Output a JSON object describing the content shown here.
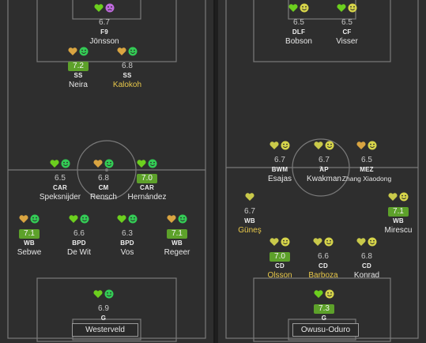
{
  "colors": {
    "pitch": "#2e2e2e",
    "lines": "#7a7a7a",
    "rating_highlight": "#5da12a",
    "name_highlight": "#e8c84a",
    "heart": "#6ccf1e",
    "heart_gold": "#d9a441",
    "smiley_green": "#33cc55",
    "smiley_purple": "#c06adf",
    "smiley_yellow": "#d6d44a"
  },
  "left_team": {
    "players": [
      {
        "id": "l1",
        "name": "Jönsson",
        "pos": "F9",
        "rating": "6.7",
        "hl": false,
        "yellow": false,
        "icons": [
          "heart-icon",
          "sad-face-icon"
        ]
      },
      {
        "id": "l2",
        "name": "Neira",
        "pos": "SS",
        "rating": "7.2",
        "hl": true,
        "yellow": false,
        "icons": [
          "heart-gold-icon",
          "smiley-icon"
        ]
      },
      {
        "id": "l3",
        "name": "Kalokoh",
        "pos": "SS",
        "rating": "6.8",
        "hl": false,
        "yellow": true,
        "icons": [
          "heart-gold-icon",
          "smiley-icon"
        ]
      },
      {
        "id": "l4",
        "name": "Speksnijder",
        "pos": "CAR",
        "rating": "6.5",
        "hl": false,
        "yellow": false,
        "icons": [
          "heart-icon",
          "smiley-icon"
        ]
      },
      {
        "id": "l5",
        "name": "Rensch",
        "pos": "CM",
        "rating": "6.8",
        "hl": false,
        "yellow": false,
        "icons": [
          "heart-gold-icon",
          "smiley-icon"
        ]
      },
      {
        "id": "l6",
        "name": "Hernández",
        "pos": "CAR",
        "rating": "7.0",
        "hl": true,
        "yellow": false,
        "icons": [
          "heart-icon",
          "smiley-icon"
        ]
      },
      {
        "id": "l7",
        "name": "Sebwe",
        "pos": "WB",
        "rating": "7.1",
        "hl": true,
        "yellow": false,
        "icons": [
          "heart-gold-icon",
          "smiley-icon"
        ]
      },
      {
        "id": "l8",
        "name": "De Wit",
        "pos": "BPD",
        "rating": "6.6",
        "hl": false,
        "yellow": false,
        "icons": [
          "heart-icon",
          "smiley-icon"
        ]
      },
      {
        "id": "l9",
        "name": "Vos",
        "pos": "BPD",
        "rating": "6.3",
        "hl": false,
        "yellow": false,
        "icons": [
          "heart-icon",
          "smiley-icon"
        ]
      },
      {
        "id": "l10",
        "name": "Regeer",
        "pos": "WB",
        "rating": "7.1",
        "hl": true,
        "yellow": false,
        "icons": [
          "heart-gold-icon",
          "smiley-icon"
        ]
      },
      {
        "id": "l11",
        "name": "Westerveld",
        "pos": "G",
        "rating": "6.9",
        "hl": false,
        "yellow": false,
        "box": true,
        "icons": [
          "heart-icon",
          "smiley-icon"
        ]
      }
    ]
  },
  "right_team": {
    "players": [
      {
        "id": "r1",
        "name": "Bobson",
        "pos": "DLF",
        "rating": "6.5",
        "hl": false,
        "yellow": false,
        "icons": [
          "heart-icon",
          "smiley-yellow-icon"
        ]
      },
      {
        "id": "r2",
        "name": "Visser",
        "pos": "CF",
        "rating": "6.5",
        "hl": false,
        "yellow": false,
        "icons": [
          "heart-icon",
          "smiley-yellow-icon"
        ]
      },
      {
        "id": "r3",
        "name": "Esajas",
        "pos": "BWM",
        "rating": "6.7",
        "hl": false,
        "yellow": false,
        "icons": [
          "heart-yellow-icon",
          "smiley-yellow-icon"
        ]
      },
      {
        "id": "r4",
        "name": "Kwakman",
        "pos": "AP",
        "rating": "6.7",
        "hl": false,
        "yellow": false,
        "icons": [
          "heart-yellow-icon",
          "smiley-yellow-icon"
        ]
      },
      {
        "id": "r5",
        "name": "Zhang Xiaodong",
        "pos": "MEZ",
        "rating": "6.5",
        "hl": false,
        "yellow": false,
        "small": true,
        "icons": [
          "heart-gold-icon",
          "smiley-yellow-icon"
        ]
      },
      {
        "id": "r6",
        "name": "Güneş",
        "pos": "WB",
        "rating": "6.7",
        "hl": false,
        "yellow": true,
        "icons": [
          "heart-yellow-icon"
        ]
      },
      {
        "id": "r7",
        "name": "Mirescu",
        "pos": "WB",
        "rating": "7.1",
        "hl": true,
        "yellow": false,
        "icons": [
          "heart-yellow-icon",
          "smiley-yellow-icon"
        ]
      },
      {
        "id": "r8",
        "name": "Olsson",
        "pos": "CD",
        "rating": "7.0",
        "hl": true,
        "yellow": true,
        "icons": [
          "heart-yellow-icon",
          "smiley-yellow-icon"
        ]
      },
      {
        "id": "r9",
        "name": "Barboza",
        "pos": "CD",
        "rating": "6.6",
        "hl": false,
        "yellow": true,
        "icons": [
          "heart-yellow-icon",
          "smiley-yellow-icon"
        ]
      },
      {
        "id": "r10",
        "name": "Konrad",
        "pos": "CD",
        "rating": "6.8",
        "hl": false,
        "yellow": false,
        "icons": [
          "heart-yellow-icon",
          "smiley-yellow-icon"
        ]
      },
      {
        "id": "r11",
        "name": "Owusu-Oduro",
        "pos": "G",
        "rating": "7.3",
        "hl": true,
        "yellow": false,
        "box": true,
        "icons": [
          "heart-icon",
          "smiley-yellow-icon"
        ]
      }
    ]
  }
}
